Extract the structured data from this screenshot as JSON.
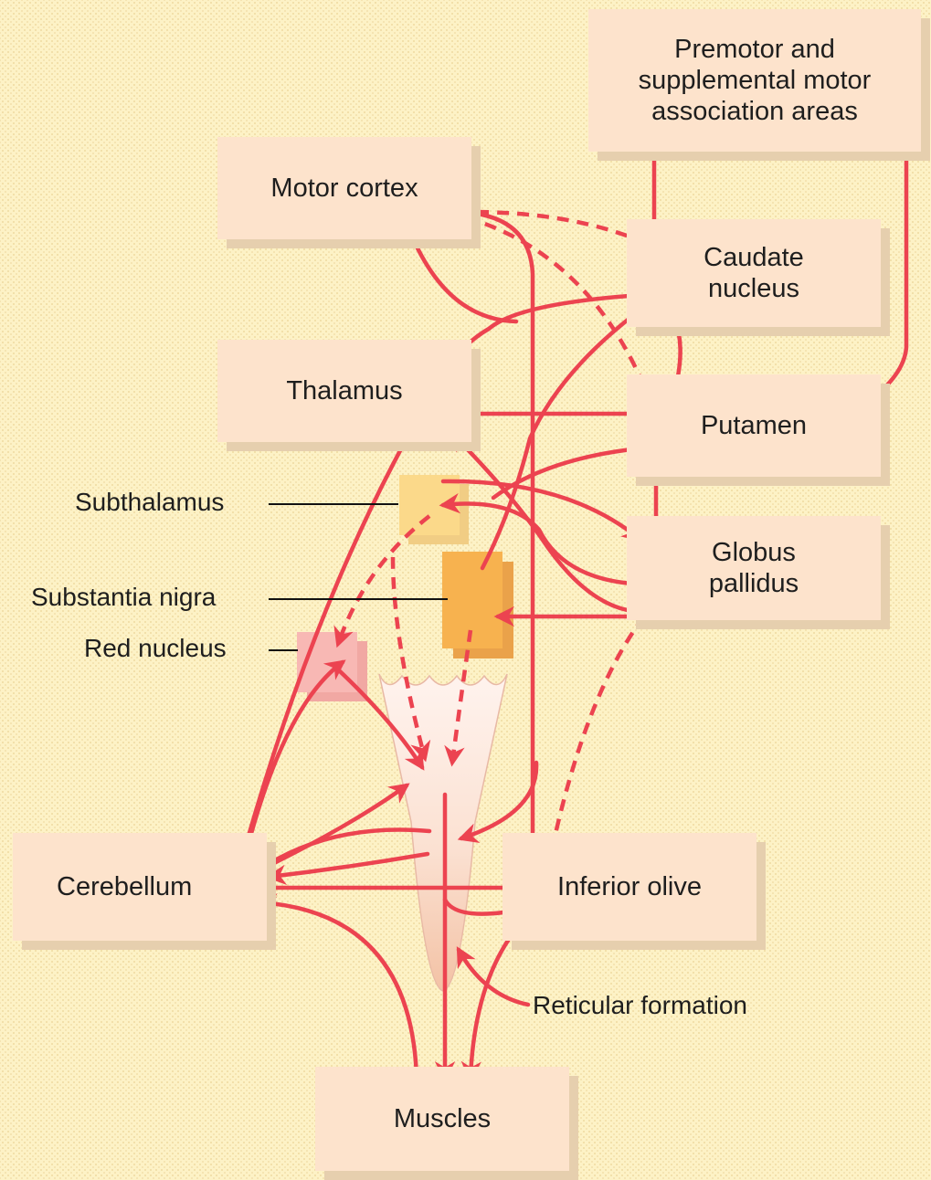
{
  "diagram": {
    "nodes": {
      "premotor": "Premotor and supplemental motor association areas",
      "premotor_lines": [
        "Premotor and",
        "supplemental motor",
        "association areas"
      ],
      "motor_cortex": "Motor cortex",
      "caudate_lines": [
        "Caudate",
        "nucleus"
      ],
      "thalamus": "Thalamus",
      "putamen": "Putamen",
      "globus_lines": [
        "Globus",
        "pallidus"
      ],
      "cerebellum": "Cerebellum",
      "inferior_olive": "Inferior olive",
      "muscles": "Muscles"
    },
    "side_labels": {
      "subthalamus": "Subthalamus",
      "substantia_nigra": "Substantia nigra",
      "red_nucleus": "Red nucleus",
      "reticular_formation": "Reticular formation"
    },
    "colors": {
      "background": "#fdf2c6",
      "box_fill": "#fde3cc",
      "box_shadow": "#e6cfae",
      "pathway": "#ec4350",
      "subthalamus": "#fbd98a",
      "substantia_nigra": "#f7b24f",
      "red_nucleus": "#f8b8b4",
      "brainstem": "#f6c9ae"
    },
    "line_styles": {
      "solid": "excitatory/direct pathway",
      "dashed": "dashed pathway"
    }
  }
}
